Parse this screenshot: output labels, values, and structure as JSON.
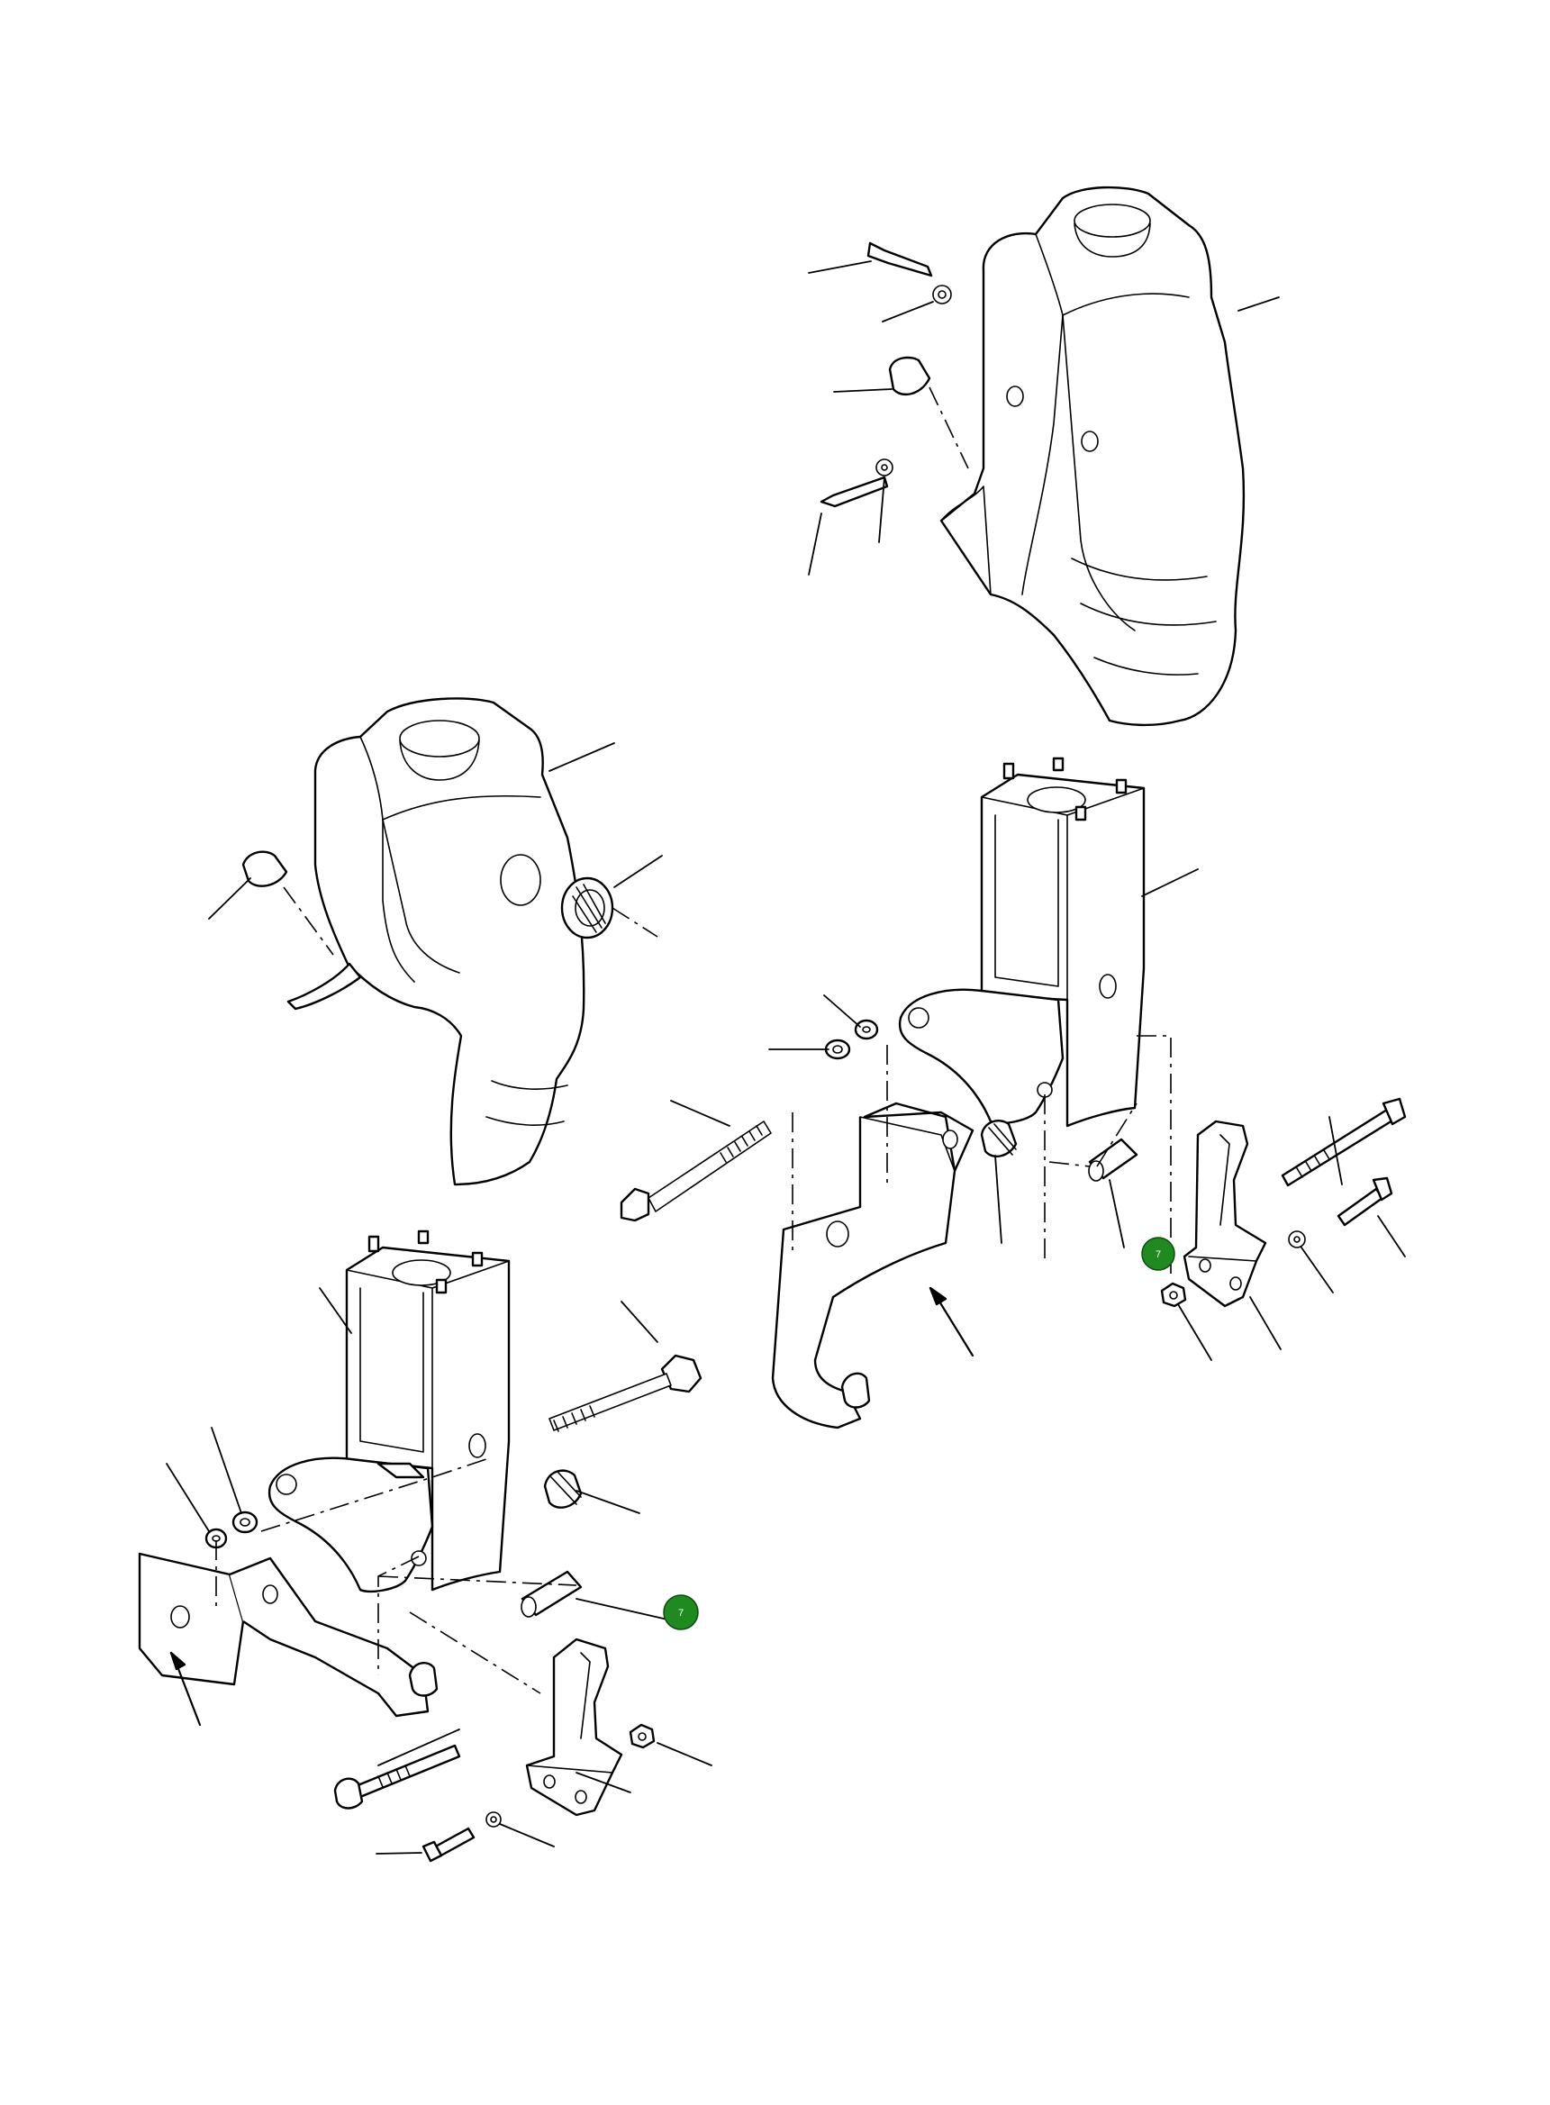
{
  "callouts": [
    {
      "id": "callout-upper",
      "label": "7",
      "color": "#1f8a1f"
    },
    {
      "id": "callout-lower",
      "label": "7",
      "color": "#1f8a1f"
    }
  ]
}
